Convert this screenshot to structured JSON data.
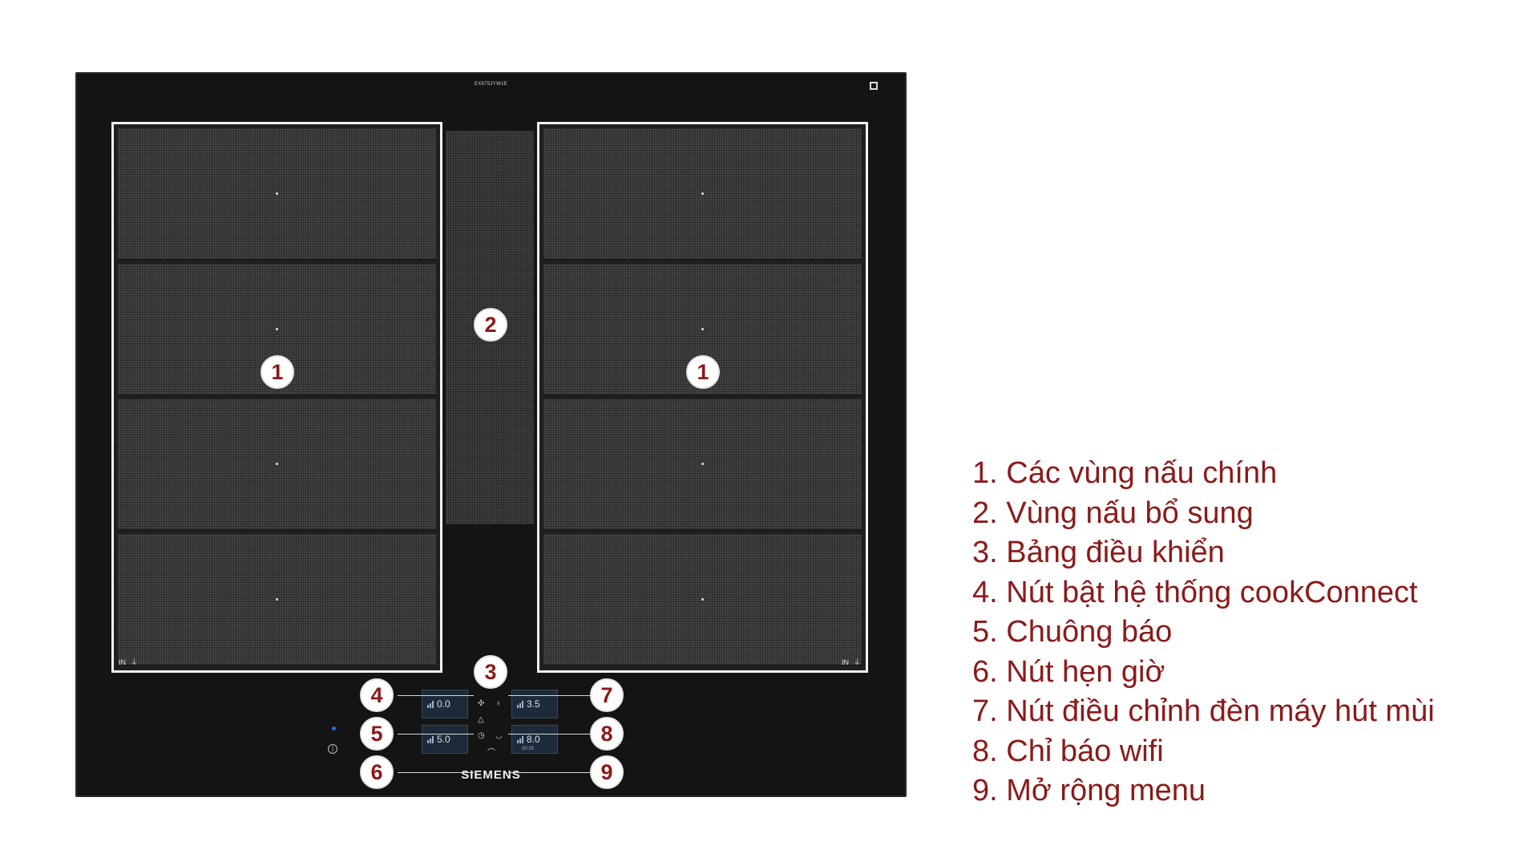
{
  "cooktop": {
    "model": "EX675JYW1E",
    "brand": "SIEMENS",
    "zone_foot": "IN",
    "badges": {
      "zone_left": "1",
      "zone_right": "1",
      "flex": "2",
      "panel": "3",
      "b4": "4",
      "b5": "5",
      "b6": "6",
      "b7": "7",
      "b8": "8",
      "b9": "9"
    },
    "displays": {
      "top_left": "0.0",
      "bottom_left": "5.0",
      "top_right": "3.5",
      "bottom_right": "8.0",
      "bottom_right_timer": "00:25"
    },
    "icons": {
      "cookconnect": "fan-icon",
      "alarm": "bell-icon",
      "timer": "clock-icon",
      "hood_light": "light-icon",
      "wifi": "wifi-icon",
      "menu": "chevron-up-icon",
      "power": "power-icon"
    }
  },
  "legend": [
    "1. Các vùng nấu chính",
    "2. Vùng nấu bổ sung",
    "3. Bảng điều khiển",
    "4. Nút bật hệ thống cookConnect",
    "5. Chuông báo",
    "6. Nút hẹn giờ",
    "7. Nút điều chỉnh đèn máy hút mùi",
    "8. Chỉ báo wifi",
    "9. Mở rộng menu"
  ],
  "colors": {
    "accent": "#8b1a1a",
    "cooktop": "#141414",
    "zone": "#454545",
    "display": "#1c2a3a"
  }
}
